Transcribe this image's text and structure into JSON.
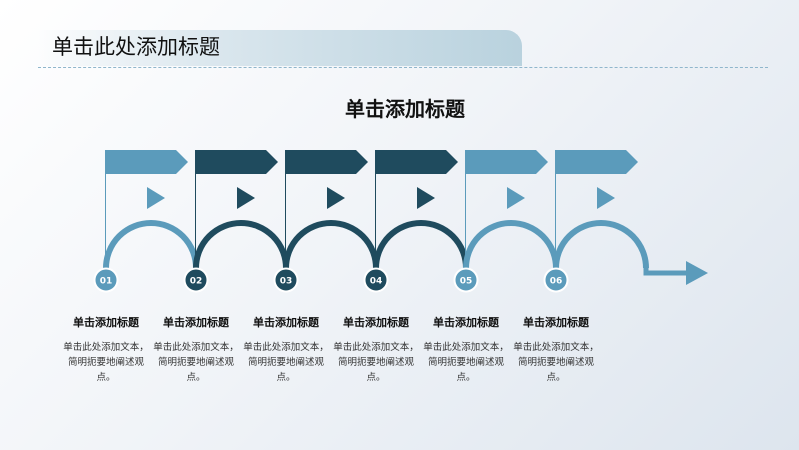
{
  "header": {
    "title": "单击此处添加标题"
  },
  "main_title": "单击添加标题",
  "colors": {
    "light": "#5b9bbb",
    "dark": "#1f4b5e",
    "arrow": "#5b9bbb"
  },
  "steps": [
    {
      "number": "01",
      "title": "单击添加标题",
      "desc": "单击此处添加文本，简明扼要地阐述观点。",
      "tone": "light"
    },
    {
      "number": "02",
      "title": "单击添加标题",
      "desc": "单击此处添加文本，简明扼要地阐述观点。",
      "tone": "dark"
    },
    {
      "number": "03",
      "title": "单击添加标题",
      "desc": "单击此处添加文本，简明扼要地阐述观点。",
      "tone": "dark"
    },
    {
      "number": "04",
      "title": "单击添加标题",
      "desc": "单击此处添加文本，简明扼要地阐述观点。",
      "tone": "dark"
    },
    {
      "number": "05",
      "title": "单击添加标题",
      "desc": "单击此处添加文本，简明扼要地阐述观点。",
      "tone": "light"
    },
    {
      "number": "06",
      "title": "单击添加标题",
      "desc": "单击此处添加文本，简明扼要地阐述观点。",
      "tone": "light"
    }
  ]
}
